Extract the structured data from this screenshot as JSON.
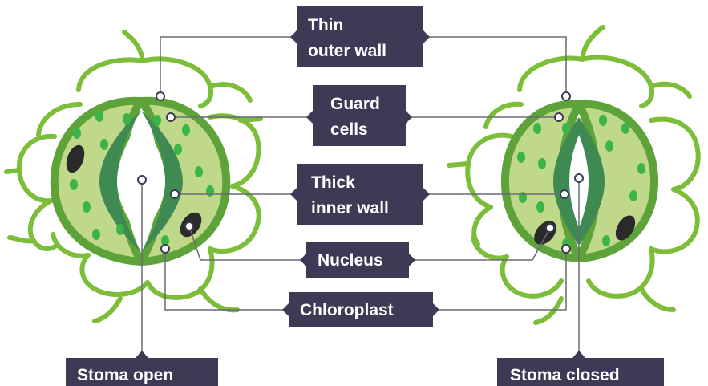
{
  "labels": {
    "thin_outer_wall": [
      "Thin",
      "outer wall"
    ],
    "guard_cells": [
      "Guard",
      "cells"
    ],
    "thick_inner_wall": [
      "Thick",
      "inner wall"
    ],
    "nucleus": "Nucleus",
    "chloroplast": "Chloroplast",
    "stoma_open": "Stoma open",
    "stoma_closed": "Stoma closed"
  },
  "colors": {
    "label_box": "#3d3a55",
    "leader_line": "#6a6a75",
    "cell_outline": "#7cbd3a",
    "guard_fill": "#bfd88a",
    "guard_border": "#5ea33a",
    "inner_wall": "#3f8a52",
    "chloroplast": "#3bb54a",
    "nucleus": "#2a2a2a"
  }
}
